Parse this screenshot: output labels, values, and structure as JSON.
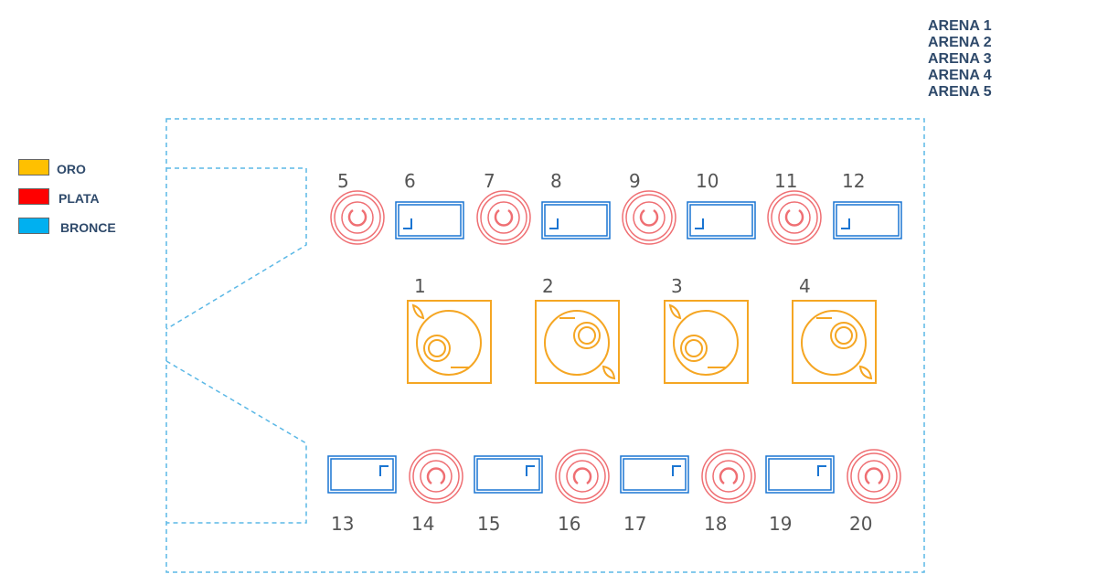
{
  "arena_menu": [
    "ARENA 1",
    "ARENA 2",
    "ARENA 3",
    "ARENA 4",
    "ARENA 5"
  ],
  "legend": [
    {
      "label": "ORO",
      "color": "#ffc000"
    },
    {
      "label": "PLATA",
      "color": "#ff0000"
    },
    {
      "label": "BRONCE",
      "color": "#00b0f0"
    }
  ],
  "colors": {
    "oro": "#f5a623",
    "plata": "#ef6f73",
    "bronce": "#1a75d2",
    "outline": "#5bb8e6",
    "number": "#555555"
  },
  "booths": {
    "gold": [
      "1",
      "2",
      "3",
      "4"
    ],
    "top_row": [
      {
        "number": "5",
        "kind": "plata"
      },
      {
        "number": "6",
        "kind": "bronce"
      },
      {
        "number": "7",
        "kind": "plata"
      },
      {
        "number": "8",
        "kind": "bronce"
      },
      {
        "number": "9",
        "kind": "plata"
      },
      {
        "number": "10",
        "kind": "bronce"
      },
      {
        "number": "11",
        "kind": "plata"
      },
      {
        "number": "12",
        "kind": "bronce"
      }
    ],
    "bottom_row": [
      {
        "number": "13",
        "kind": "bronce"
      },
      {
        "number": "14",
        "kind": "plata"
      },
      {
        "number": "15",
        "kind": "bronce"
      },
      {
        "number": "16",
        "kind": "plata"
      },
      {
        "number": "17",
        "kind": "bronce"
      },
      {
        "number": "18",
        "kind": "plata"
      },
      {
        "number": "19",
        "kind": "bronce"
      },
      {
        "number": "20",
        "kind": "plata"
      }
    ]
  }
}
